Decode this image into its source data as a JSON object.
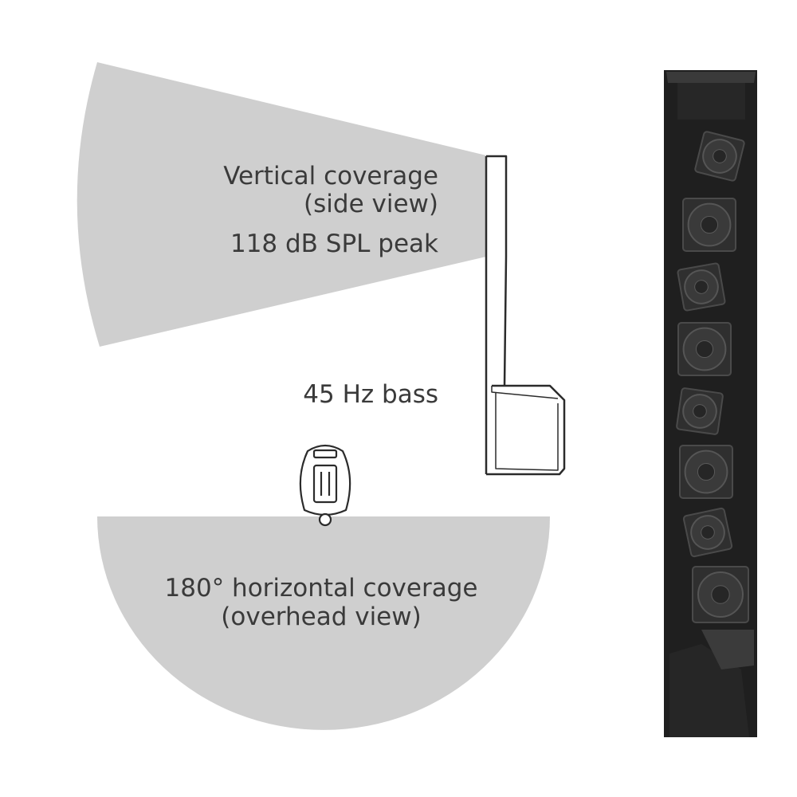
{
  "labels": {
    "vertical_line1": "Vertical coverage",
    "vertical_line2": "(side view)",
    "spl": "118 dB SPL peak",
    "bass": "45 Hz bass",
    "horizontal_line1": "180° horizontal coverage",
    "horizontal_line2": "(overhead view)"
  },
  "colors": {
    "coverage_fill": "#cfcfcf",
    "outline": "#2b2b2b",
    "speaker_body": "#2a2a2a",
    "driver_cone": "#3a3a3a",
    "text": "#3a3a3a"
  },
  "icons": {
    "side_view": "column-speaker-side-icon",
    "overhead_view": "speaker-base-overhead-icon",
    "product_photo": "line-array-column-photo"
  }
}
